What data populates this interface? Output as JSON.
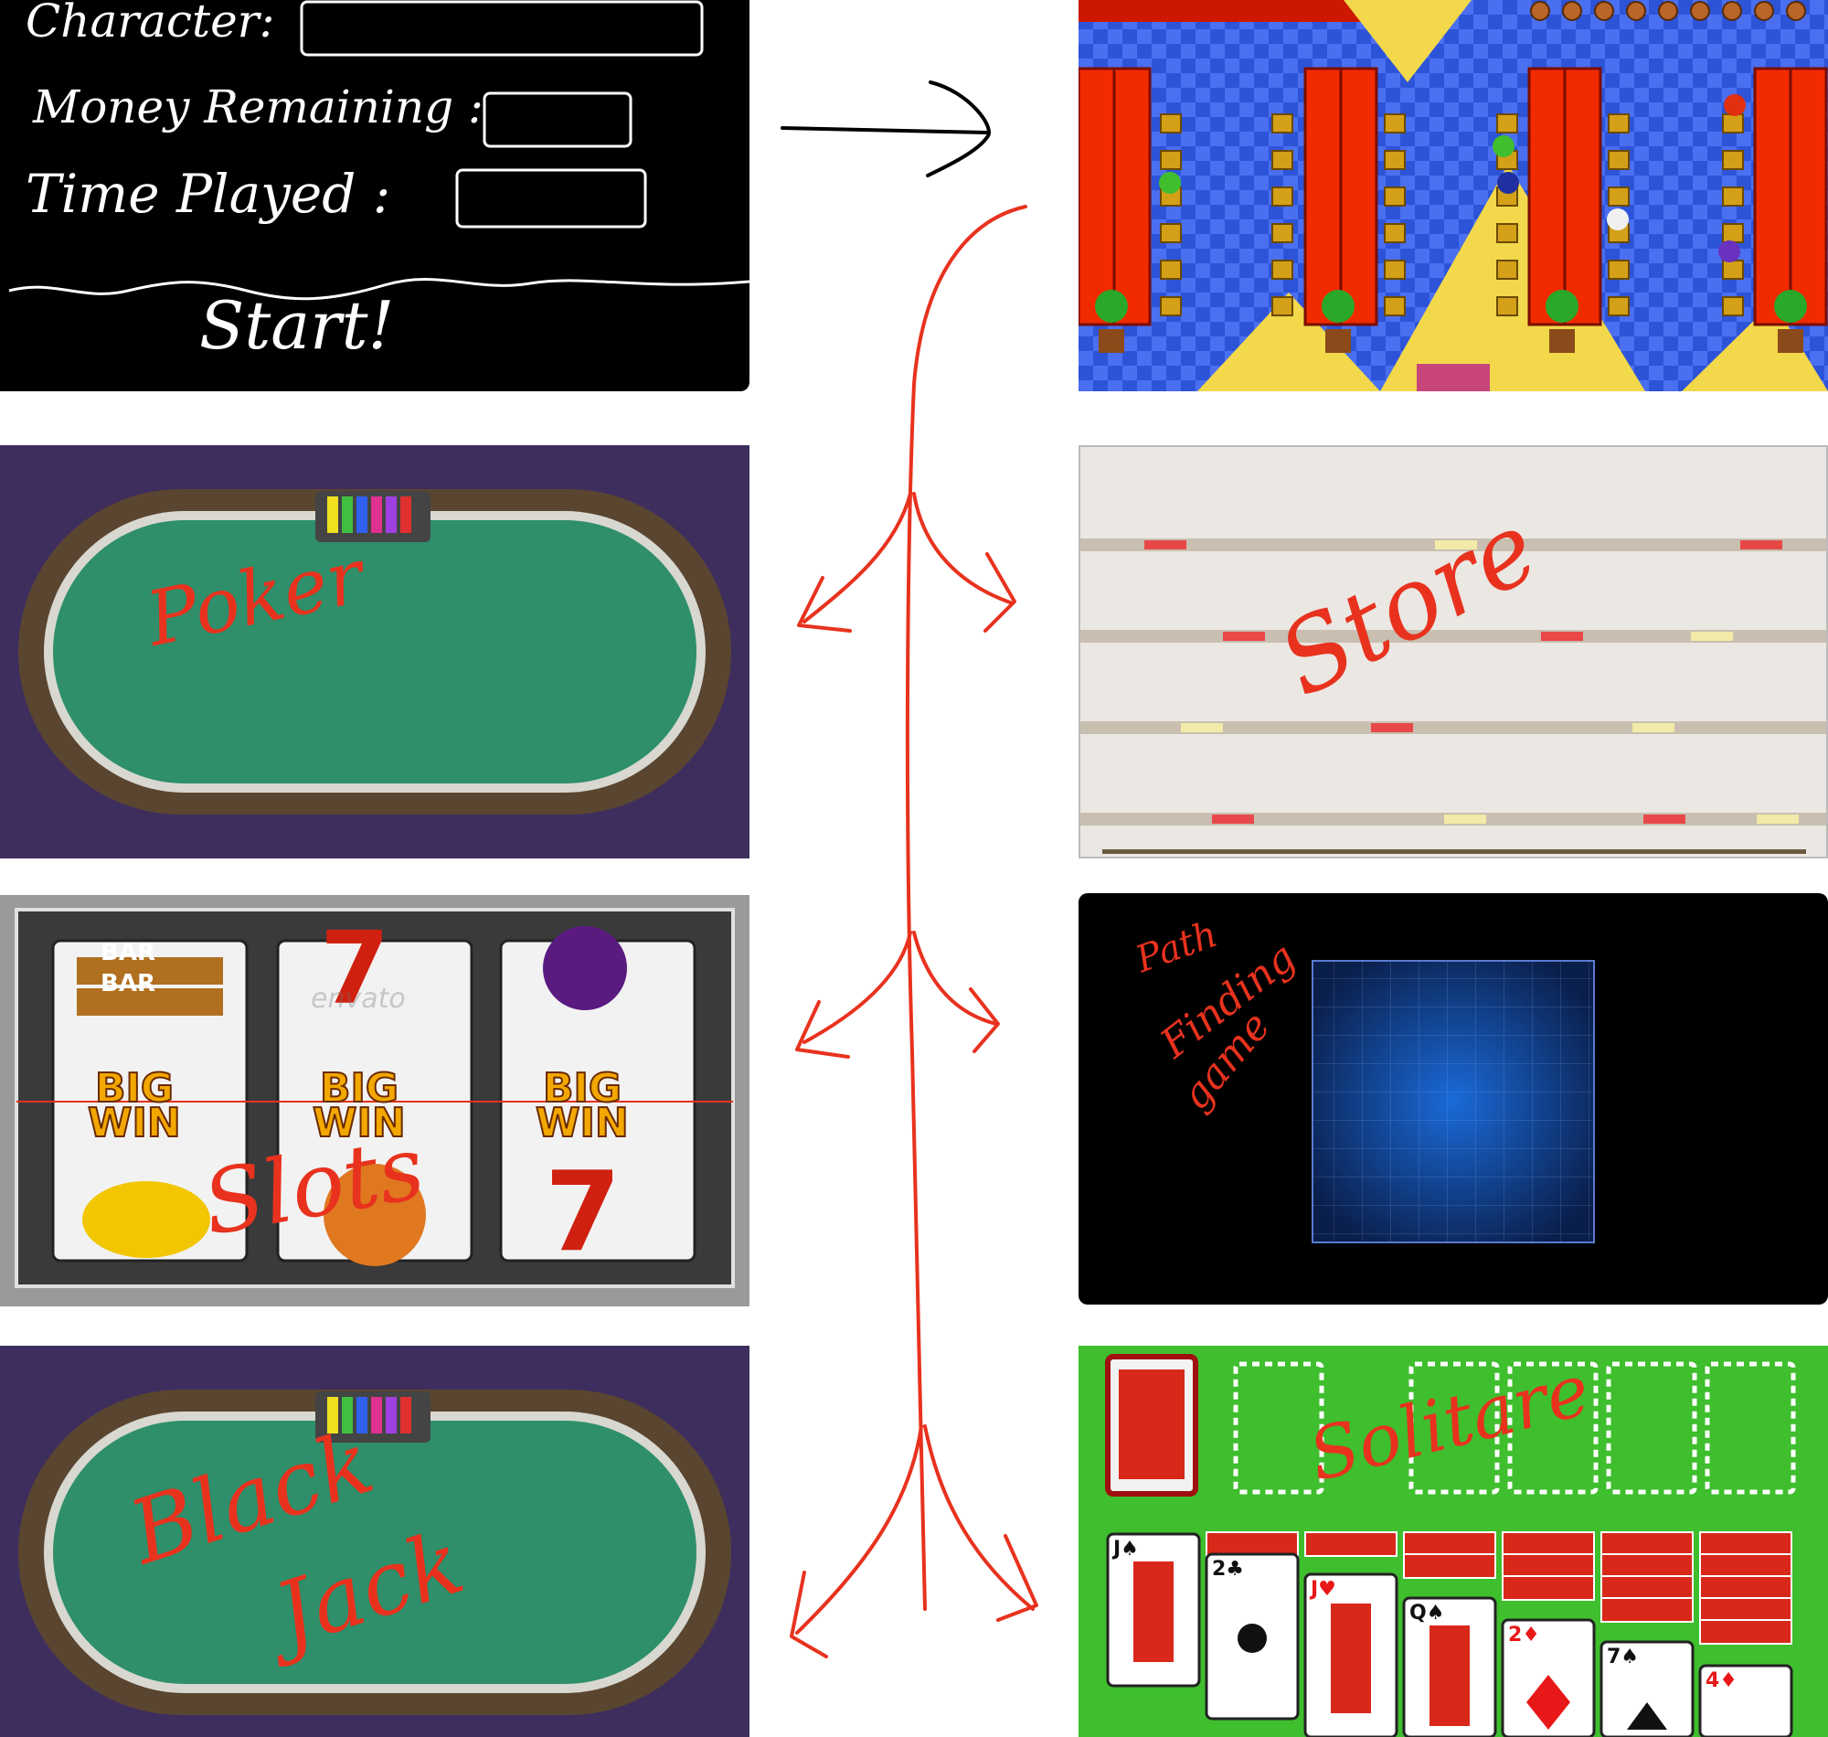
{
  "start_screen": {
    "character_label": "Character:",
    "money_label": "Money Remaining :",
    "time_label": "Time Played :",
    "start_label": "Start!"
  },
  "screens": {
    "poker": "Poker",
    "store": "Store",
    "slots": "Slots",
    "pathfinding_line1": "Path",
    "pathfinding_line2": "Finding",
    "pathfinding_line3": "game",
    "blackjack_line1": "Black",
    "blackjack_line2": "Jack",
    "solitaire": "Solitare"
  },
  "slot_machine": {
    "bar_label": "BAR",
    "big_label": "BIG",
    "win_label": "WIN",
    "seven_label": "7",
    "watermark": "envato"
  },
  "solitaire_cards": {
    "card1_corner": "J♠",
    "card2_corner": "2♣",
    "card3_corner": "J♥",
    "card4_corner": "Q♠",
    "card5_corner": "2♦",
    "card6_corner": "7♠",
    "card7_corner": "4♦"
  },
  "colors": {
    "annotation_red": "#e8321e",
    "felt_green": "#2e8f6a",
    "casino_red": "#f22a00",
    "casino_blue": "#2d54d8",
    "solitaire_green": "#3fbe2e"
  }
}
